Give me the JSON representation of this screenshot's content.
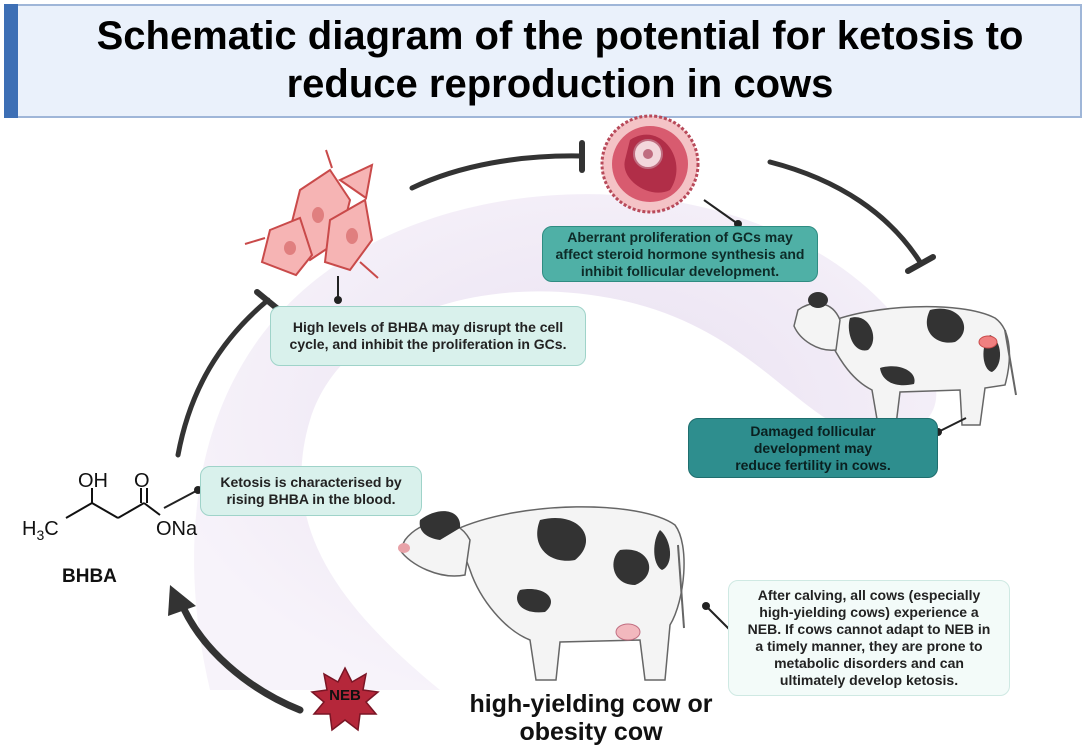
{
  "title": {
    "line1": "Schematic diagram of the potential for ketosis to",
    "line2": "reduce reproduction  in cows"
  },
  "boxes": {
    "bhba_disrupt": "High levels of BHBA may disrupt the cell cycle, and inhibit the proliferation in GCs.",
    "aberrant_gc": "Aberrant proliferation of GCs may affect steroid hormone synthesis and inhibit follicular development.",
    "damaged_follicular": "Damaged follicular development may reduce fertility in cows.",
    "ketosis": "Ketosis is characterised by rising BHBA in the blood.",
    "after_calving": "After calving, all cows   (especially high-yielding cows)  experience a NEB.  If cows cannot adapt to NEB in a timely manner, they are prone to metabolic disorders and can ultimately develop ketosis."
  },
  "labels": {
    "cow_caption": "high-yielding cow or obesity cow",
    "neb": "NEB",
    "bhba": "BHBA",
    "oh": "OH",
    "o": "O",
    "h3c": "H",
    "h3c_sub": "3",
    "h3c_c": "C",
    "ona": "ONa"
  },
  "colors": {
    "arc": "#e6dcef",
    "box_light": "#d9f1ec",
    "box_mid": "#4fb0a6",
    "box_dark": "#2e8e8e",
    "neb_star": "#b5273a"
  }
}
